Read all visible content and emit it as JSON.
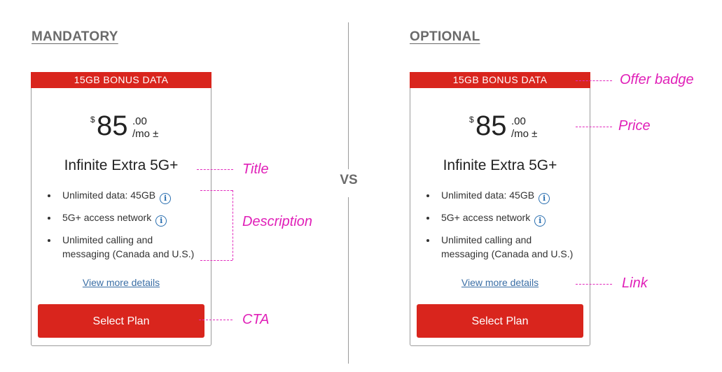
{
  "comparison": {
    "left_heading": "MANDATORY",
    "right_heading": "OPTIONAL",
    "vs_label": "VS"
  },
  "plan": {
    "badge": "15GB BONUS DATA",
    "currency": "$",
    "price_whole": "85",
    "price_cents": ".00",
    "price_period": "/mo ±",
    "title": "Infinite Extra 5G+",
    "features": [
      {
        "text": "Unlimited data: 45GB",
        "has_info": true
      },
      {
        "text": "5G+ access network",
        "has_info": true
      },
      {
        "text": "Unlimited calling and messaging (Canada and U.S.)",
        "has_info": false
      }
    ],
    "details_link": "View more details",
    "cta": "Select Plan"
  },
  "annotations": {
    "title": "Title",
    "description": "Description",
    "cta": "CTA",
    "offer_badge": "Offer badge",
    "price": "Price",
    "link": "Link"
  },
  "colors": {
    "brand_red": "#d9251d",
    "annotation_magenta": "#e020b8",
    "info_blue": "#2a6fb0"
  }
}
